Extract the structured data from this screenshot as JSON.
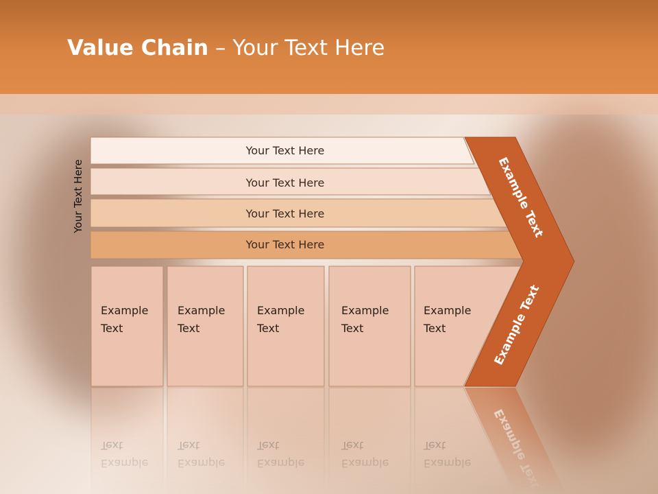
{
  "title": {
    "bold": "Value Chain",
    "rest": " – Your Text Here"
  },
  "side_label": "Your Text Here",
  "bands": [
    "Your Text Here",
    "Your Text Here",
    "Your Text Here",
    "Your Text Here"
  ],
  "boxes": [
    [
      "Example",
      "Text"
    ],
    [
      "Example",
      "Text"
    ],
    [
      "Example",
      "Text"
    ],
    [
      "Example",
      "Text"
    ],
    [
      "Example",
      "Text"
    ]
  ],
  "arrow_top": "Example Text",
  "arrow_bottom": "Example Text",
  "colors": {
    "header": "#d98443",
    "band1": "#fbeee6",
    "band2": "#f6dccc",
    "band3": "#f0c9a9",
    "band4": "#e5a774",
    "box": "#ecc3ae",
    "arrow": "#c8602d"
  }
}
